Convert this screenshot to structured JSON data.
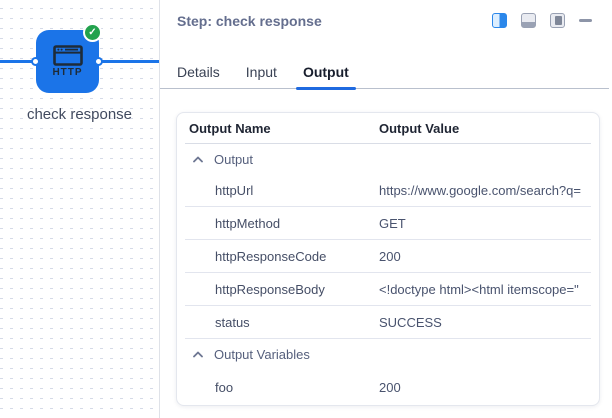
{
  "colors": {
    "node_blue": "#1b74e8",
    "badge_green": "#23a24d",
    "tab_underline_blue": "#1f6ae0"
  },
  "canvas": {
    "node_type_label": "HTTP",
    "node_caption": "check response",
    "status": "success-check"
  },
  "panel": {
    "title": "Step: check response",
    "window_controls": [
      {
        "name": "split-view-toggle",
        "state": "active"
      },
      {
        "name": "bottom-dock-toggle",
        "state": "inactive"
      },
      {
        "name": "right-dock-toggle",
        "state": "inactive"
      },
      {
        "name": "minimize",
        "state": "inactive"
      }
    ],
    "tabs": [
      {
        "label": "Details",
        "active": false
      },
      {
        "label": "Input",
        "active": false
      },
      {
        "label": "Output",
        "active": true
      }
    ],
    "table": {
      "columns": {
        "name": "Output Name",
        "value": "Output Value"
      },
      "groups": [
        {
          "label": "Output",
          "collapsed": false,
          "rows": [
            {
              "name": "httpUrl",
              "value": "https://www.google.com/search?q="
            },
            {
              "name": "httpMethod",
              "value": "GET"
            },
            {
              "name": "httpResponseCode",
              "value": "200"
            },
            {
              "name": "httpResponseBody",
              "value": "<!doctype html><html itemscope=\""
            },
            {
              "name": "status",
              "value": "SUCCESS"
            }
          ]
        },
        {
          "label": "Output Variables",
          "collapsed": false,
          "rows": [
            {
              "name": "foo",
              "value": "200"
            }
          ]
        }
      ]
    }
  }
}
